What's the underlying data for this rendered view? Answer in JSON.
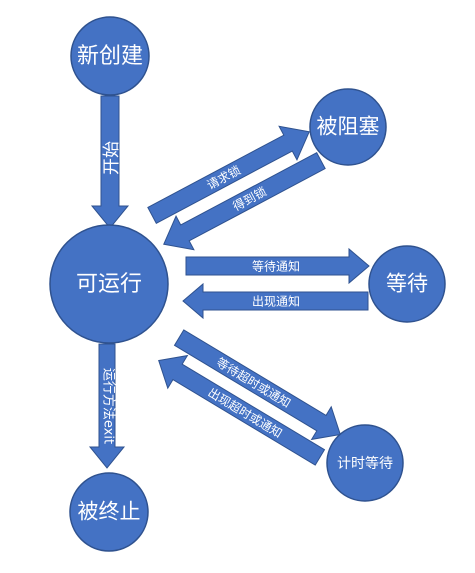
{
  "colors": {
    "node_fill": "#4472C4",
    "node_stroke": "#2F528F",
    "arrow_fill": "#4472C4",
    "arrow_stroke": "#2F528F",
    "text": "#FFFFFF",
    "background": "#FFFFFF"
  },
  "nodes": {
    "new": "新创建",
    "runnable": "可运行",
    "blocked": "被阻塞",
    "waiting": "等待",
    "timed_waiting": "计时等待",
    "terminated": "被终止"
  },
  "transitions": {
    "start": "开始",
    "request_lock": "请求锁",
    "acquire_lock": "得到锁",
    "wait_notify": "等待通知",
    "notify_received": "出现通知",
    "timed_wait": "等待超时或通知",
    "timeout_or_notify": "出现超时或通知",
    "run_exit": "运行方法exit"
  }
}
